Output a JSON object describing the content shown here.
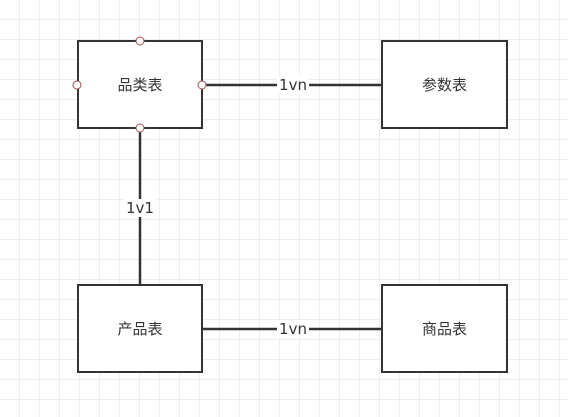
{
  "nodes": {
    "category": {
      "label": "品类表"
    },
    "params": {
      "label": "参数表"
    },
    "product": {
      "label": "产品表"
    },
    "goods": {
      "label": "商品表"
    }
  },
  "edges": {
    "category_params": {
      "label": "1vn"
    },
    "category_product": {
      "label": "1v1"
    },
    "product_goods": {
      "label": "1vn"
    }
  },
  "colors": {
    "stroke": "#333333",
    "grid": "#e2e2e2",
    "handle_border": "#a05050"
  }
}
